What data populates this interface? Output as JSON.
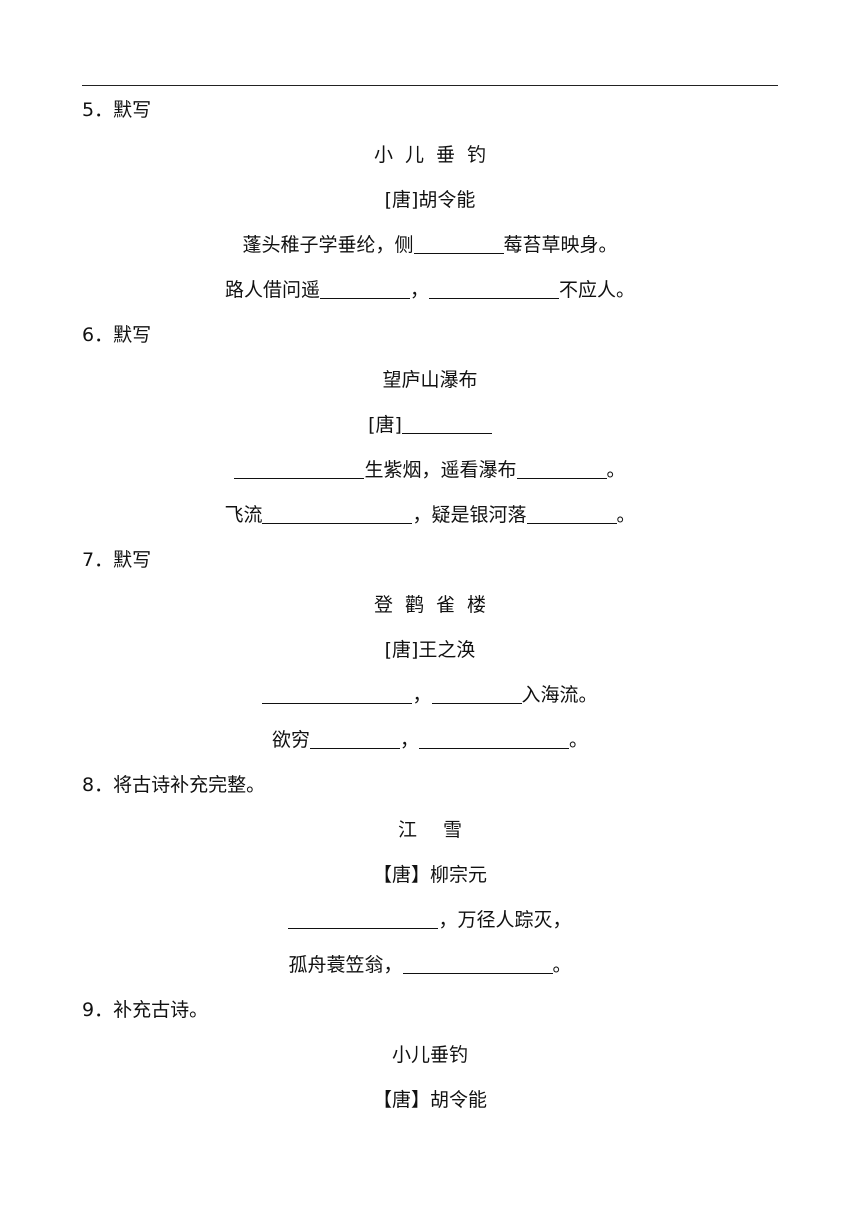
{
  "questions": [
    {
      "number": "5．默写",
      "title": "小儿垂钓",
      "author": "[唐]胡令能",
      "line1": {
        "a": "蓬头稚子学垂纶，侧",
        "b": "莓苔草映身。"
      },
      "line2": {
        "a": "路人借问遥",
        "b": "，",
        "c": "不应人。"
      }
    },
    {
      "number": "6．默写",
      "title": "望庐山瀑布",
      "author": "[唐]",
      "line1": {
        "a": "生紫烟，遥看瀑布",
        "b": "。"
      },
      "line2": {
        "a": "飞流",
        "b": "，疑是银河落",
        "c": "。"
      }
    },
    {
      "number": "7．默写",
      "title": "登鹳雀楼",
      "author": "[唐]王之涣",
      "line1": {
        "a": "，",
        "b": "入海流。"
      },
      "line2": {
        "a": "欲穷",
        "b": "，",
        "c": "。"
      }
    },
    {
      "number": "8．将古诗补充完整。",
      "title": "江雪",
      "author": "【唐】柳宗元",
      "line1": {
        "a": "，万径人踪灭，"
      },
      "line2": {
        "a": "孤舟蓑笠翁，",
        "b": "。"
      }
    },
    {
      "number": "9．补充古诗。",
      "title": "小儿垂钓",
      "author": "【唐】胡令能"
    }
  ]
}
